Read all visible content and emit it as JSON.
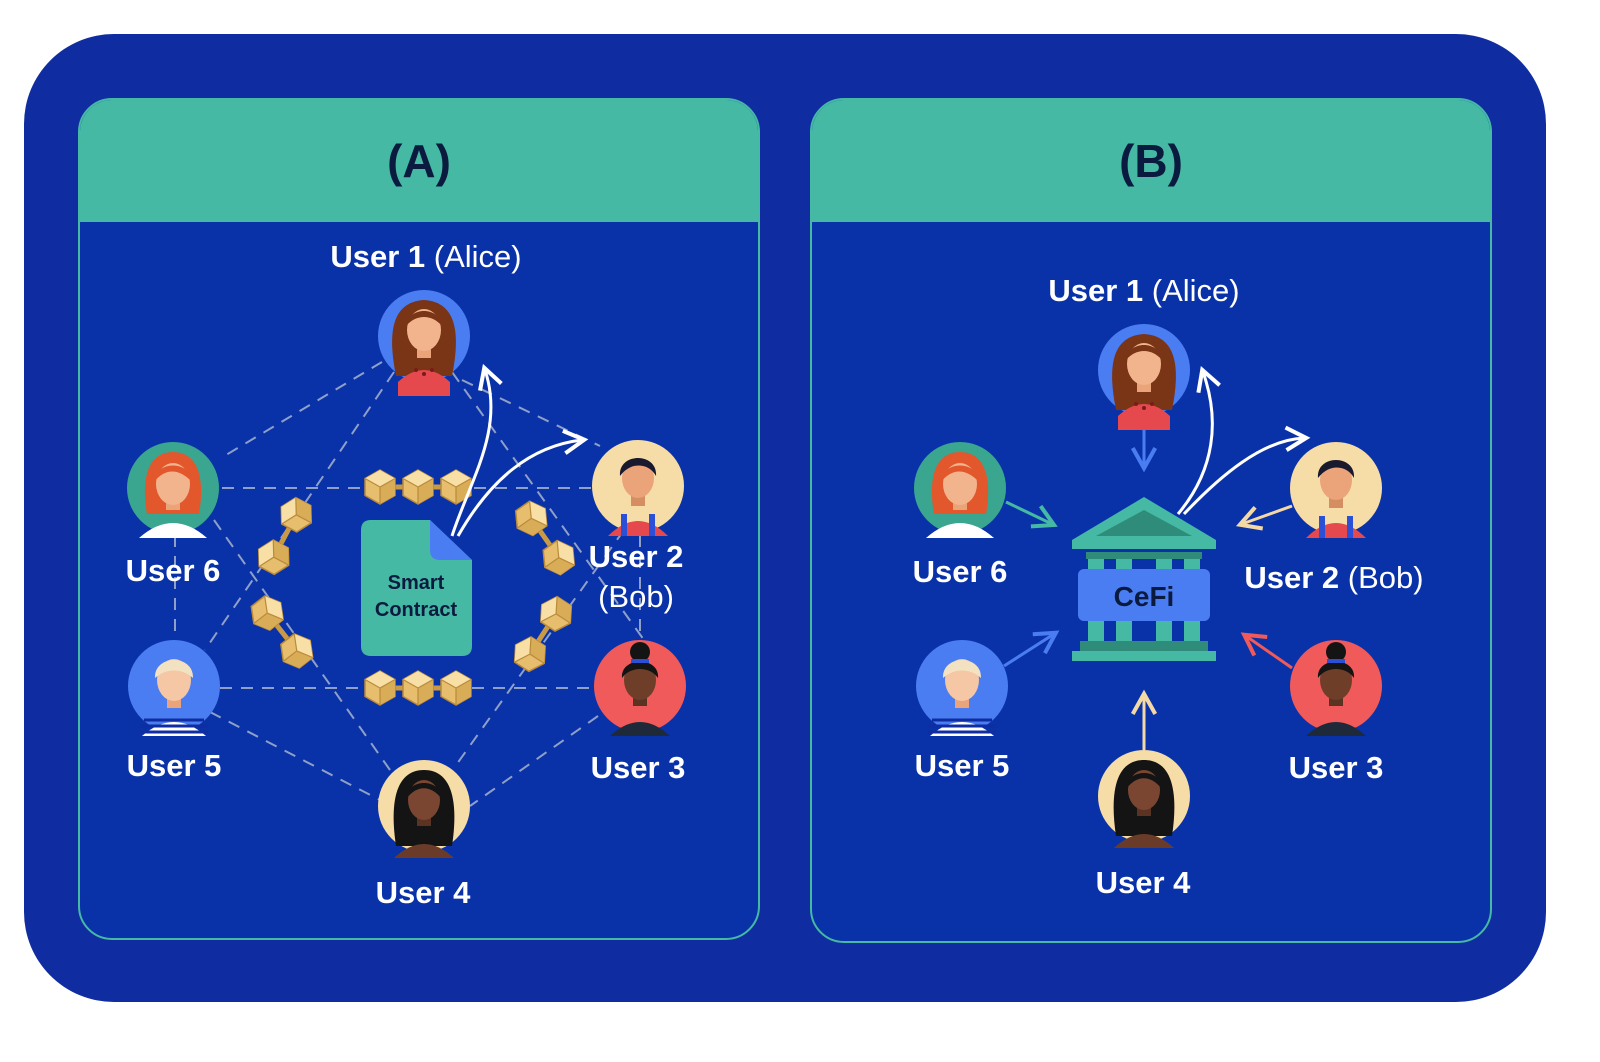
{
  "panel_a": {
    "title": "(A)",
    "center_label": [
      "Smart",
      "Contract"
    ],
    "users": {
      "user1": {
        "name": "User 1",
        "alias": "(Alice)"
      },
      "user2": {
        "name": "User 2",
        "alias": "(Bob)"
      },
      "user3": {
        "name": "User 3"
      },
      "user4": {
        "name": "User 4"
      },
      "user5": {
        "name": "User 5"
      },
      "user6": {
        "name": "User 6"
      }
    }
  },
  "panel_b": {
    "title": "(B)",
    "center_label": "CeFi",
    "users": {
      "user1": {
        "name": "User 1",
        "alias": "(Alice)"
      },
      "user2": {
        "name": "User 2",
        "alias": "(Bob)"
      },
      "user3": {
        "name": "User 3"
      },
      "user4": {
        "name": "User 4"
      },
      "user5": {
        "name": "User 5"
      },
      "user6": {
        "name": "User 6"
      }
    }
  },
  "colors": {
    "background": "#0F2DA0",
    "panel": "#0A32A8",
    "accent": "#45B9A4",
    "block": "#F1D08C",
    "arrow_white": "#FFFFFF",
    "arrow_teal": "#45B9A4",
    "arrow_blue": "#4A7DF2",
    "arrow_cream": "#F4D9A6",
    "arrow_red": "#F05A5A"
  }
}
